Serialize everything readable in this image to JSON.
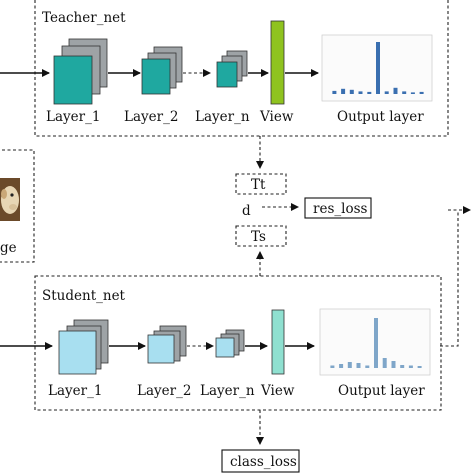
{
  "teacher": {
    "title": "Teacher_net",
    "layers": [
      "Layer_1",
      "Layer_2",
      "Layer_n"
    ],
    "view": "View",
    "output": "Output layer",
    "colors": {
      "block": "#1fa8a0",
      "block_back": "#9ea3a6",
      "view": "#8fc31f"
    },
    "output_bars": [
      0.06,
      0.1,
      0.08,
      0.05,
      0.04,
      1.0,
      0.05,
      0.12,
      0.05,
      0.03,
      0.04
    ]
  },
  "student": {
    "title": "Student_net",
    "layers": [
      "Layer_1",
      "Layer_2",
      "Layer_n"
    ],
    "view": "View",
    "output": "Output layer",
    "colors": {
      "block": "#a8dff0",
      "block_back": "#9ea3a6",
      "view": "#8fe0d0"
    },
    "output_bars": [
      0.05,
      0.08,
      0.12,
      0.1,
      0.05,
      1.0,
      0.2,
      0.14,
      0.06,
      0.05,
      0.04
    ]
  },
  "middle": {
    "tt": "Tt",
    "d": "d",
    "ts": "Ts",
    "res_loss": "res_loss"
  },
  "input": {
    "label_fragment": "ge"
  },
  "bottom": {
    "class_loss": "class_loss"
  }
}
